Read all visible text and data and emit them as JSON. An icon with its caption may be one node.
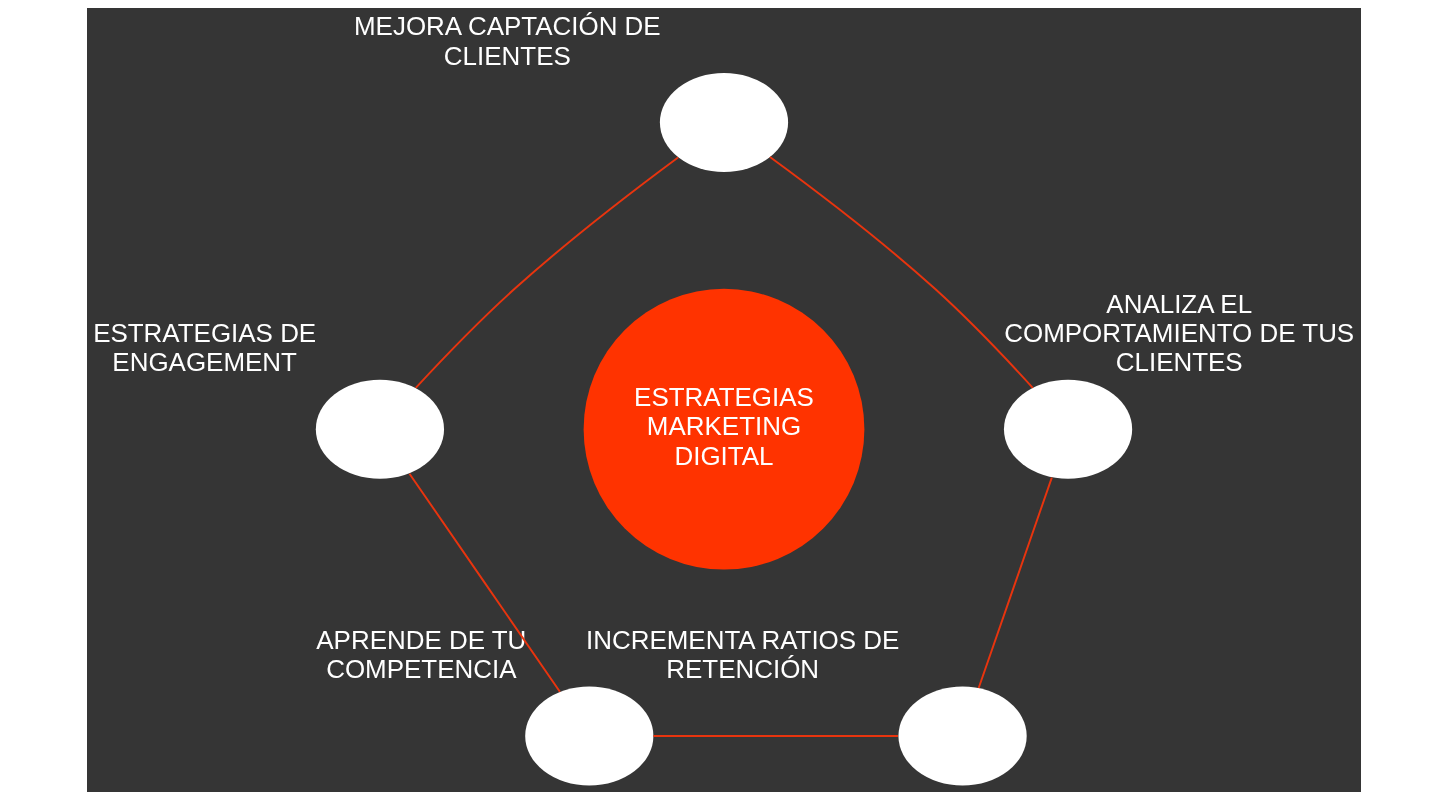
{
  "diagram": {
    "nodes": [
      {
        "text": [
          "ESTRATEGIAS MARKETING DIGITAL"
        ]
      },
      {
        "text": [],
        "shape": "circle",
        "beside": [
          "MEJORA CAPTACIÓN DE CLIENTES"
        ]
      },
      {
        "text": [],
        "shape": "circle",
        "beside": [
          "ANALIZA EL COMPORTAMIENTO DE TUS CLIENTES"
        ]
      },
      {
        "text": [],
        "shape": "circle",
        "beside": [
          "INCREMENTA RATIOS DE RETENCIÓN"
        ]
      },
      {
        "text": [],
        "shape": "circle",
        "beside": [
          "APRENDE DE TU COMPETENCIA"
        ]
      },
      {
        "text": [],
        "shape": "circle",
        "beside": [
          "ESTRATEGIAS DE ENGAGEMENT"
        ]
      }
    ],
    "edges": [
      {
        "from": 1,
        "to": 5,
        "arrow": "none",
        "color": "#e8340e"
      },
      {
        "from": 5,
        "to": 4,
        "arrow": "none",
        "color": "#e8340e"
      },
      {
        "from": 4,
        "to": 3,
        "arrow": "none",
        "color": "#e8340e"
      },
      {
        "from": 2,
        "to": 3,
        "arrow": "none",
        "color": "#e8340e"
      },
      {
        "from": 1,
        "to": 2,
        "arrow": "none",
        "color": "#e8340e"
      }
    ]
  }
}
